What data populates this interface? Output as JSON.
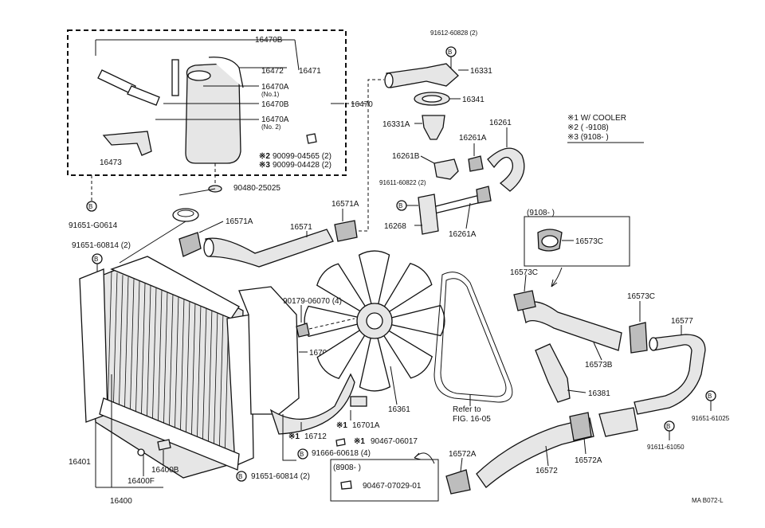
{
  "labels": {
    "l16470B_top": "16470B",
    "l16471": "16471",
    "l16472": "16472",
    "l16470A_1": "16470A",
    "l16470A_1_sub": "(No.1)",
    "l16470B_mid": "16470B",
    "l16470A_2": "16470A",
    "l16470A_2_sub": "(No. 2)",
    "l16470": "16470",
    "l16473": "16473",
    "l90099_04565": "90099-04565 (2)",
    "l90099_04428": "90099-04428 (2)",
    "l90480": "90480-25025",
    "l91651_G0614": "91651-G0614",
    "l91651_60814_top": "91651-60814 (2)",
    "l16571A_left": "16571A",
    "l16571": "16571",
    "l16571A_right": "16571A",
    "l91612": "91612-60828 (2)",
    "l16331": "16331",
    "l16341": "16341",
    "l16331A": "16331A",
    "l16261": "16261",
    "l16261A_top": "16261A",
    "l16261B": "16261B",
    "l91611_60822": "91611-60822 (2)",
    "l16268": "16268",
    "l16261A_bot": "16261A",
    "l90179": "90179-06070 (4)",
    "l16701": "16701",
    "l16361": "16361",
    "l16701A": "16701A",
    "l16712": "16712",
    "l90467_06017": "90467-06017",
    "l91666": "91666-60618 (4)",
    "l91651_60814_bot": "91651-60814 (2)",
    "l8908": "(8908-        )",
    "l90467_07029": "90467-07029-01",
    "l16401": "16401",
    "l16400B": "16400B",
    "l16400F": "16400F",
    "l16400": "16400",
    "lRefer": "Refer to",
    "lFig": "FIG. 16-05",
    "l9108": "(9108-        )",
    "l16573C_box": "16573C",
    "l16573C_a": "16573C",
    "l16573C_b": "16573C",
    "l16577": "16577",
    "l16573B": "16573B",
    "l16381": "16381",
    "l91651_61025": "91651-61025",
    "l91611_61050": "91611-61050",
    "l16572A_left": "16572A",
    "l16572A_right": "16572A",
    "l16572": "16572",
    "code": "MA B072-L"
  },
  "legend": {
    "row1": "※1 W/ COOLER",
    "row2": "※2 (          -9108)",
    "row3": "※3 (9108-          )"
  },
  "markers": {
    "m2": "※2",
    "m3": "※3",
    "m1a": "※1",
    "m1b": "※1",
    "m1c": "※1"
  },
  "bolt_symbol": "B"
}
